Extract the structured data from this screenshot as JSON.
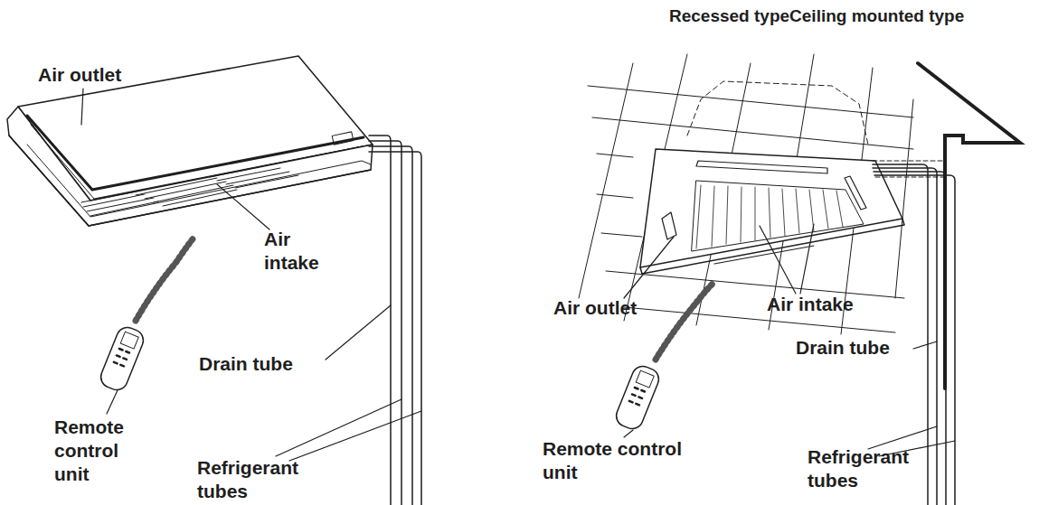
{
  "diagram": {
    "title": "Recessed typeCeiling mounted type",
    "labels": [
      "Air outlet",
      "Air intake",
      "Drain tube",
      "Remote control unit",
      "Refrigerant tubes",
      "Air outlet",
      "Air intake",
      "Drain tube",
      "Remote control unit",
      "Refrigerant tubes"
    ]
  }
}
